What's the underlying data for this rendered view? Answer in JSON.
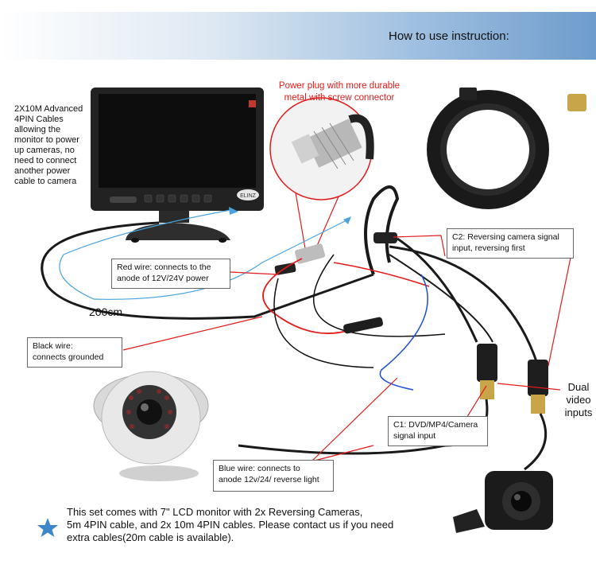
{
  "banner": {
    "title": "How to use instruction:"
  },
  "notes": {
    "cables": [
      "2X10M Advanced",
      "4PIN Cables",
      "allowing the",
      "monitor to power",
      "up cameras, no",
      "need to connect",
      "another power",
      "cable to camera"
    ],
    "power_plug": [
      "Power plug with more durable",
      "metal with screw connector"
    ],
    "red_wire": [
      "Red wire: connects to the",
      "anode of 12V/24V power"
    ],
    "black_wire": [
      "Black wire:",
      "connects grounded"
    ],
    "blue_wire": [
      "Blue wire: connects to",
      "anode 12v/24/ reverse light"
    ],
    "c1": [
      "C1: DVD/MP4/Camera",
      "signal input"
    ],
    "c2": [
      "C2: Reversing camera signal",
      "input, reversing first"
    ],
    "dual": [
      "Dual",
      "video",
      "inputs"
    ],
    "length": "200cm",
    "brand": "ELINZ"
  },
  "footer": {
    "lines": [
      "This set comes with 7\" LCD monitor with 2x Reversing Cameras,",
      "5m 4PIN cable, and 2x 10m 4PIN cables. Please contact us if you need",
      "extra cables(20m cable is available)."
    ]
  },
  "colors": {
    "red": "#e21b1b",
    "blue": "#1f4fd1",
    "star": "#3e86c8",
    "cable": "#1a1a1a"
  }
}
